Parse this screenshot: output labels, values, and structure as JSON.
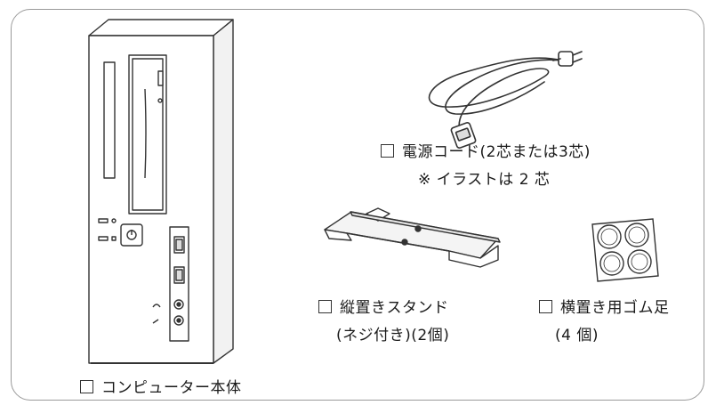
{
  "items": {
    "computer": {
      "label": "コンピューター本体"
    },
    "power_cord": {
      "label": "電源コード(2芯または3芯)",
      "note": "※ イラストは 2 芯"
    },
    "stand": {
      "label": "縦置きスタンド",
      "sub": "(ネジ付き)(2個)"
    },
    "rubber_feet": {
      "label": "横置き用ゴム足",
      "sub": "(4 個)"
    }
  },
  "colors": {
    "line": "#333333",
    "frame": "#9a9a9a",
    "fill": "#ffffff",
    "shade": "#e6e6e6"
  }
}
